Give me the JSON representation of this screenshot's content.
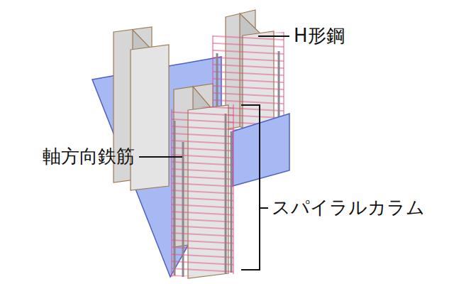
{
  "diagram": {
    "labels": [
      "H形鋼",
      "軸方向鉄筋",
      "スパイラルカラム"
    ]
  }
}
